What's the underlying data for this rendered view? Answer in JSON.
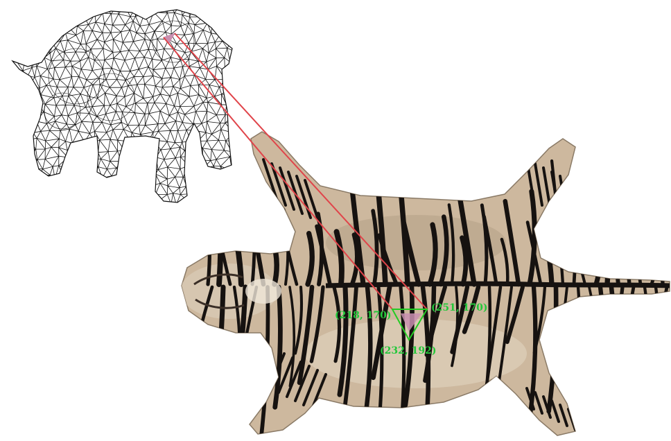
{
  "colors": {
    "mesh_stroke": "#111111",
    "link_line": "#e0444a",
    "triangle_outline": "#22cc22",
    "triangle_fill": "#c98fb0",
    "label_text": "#22c83a",
    "fur_base": "#cdb89e",
    "fur_light": "#e7dccb",
    "stripe": "#161210"
  },
  "labels": {
    "vertex_left": "(218, 170)",
    "vertex_right": "(251, 170)",
    "vertex_bottom": "(232, 192)"
  }
}
